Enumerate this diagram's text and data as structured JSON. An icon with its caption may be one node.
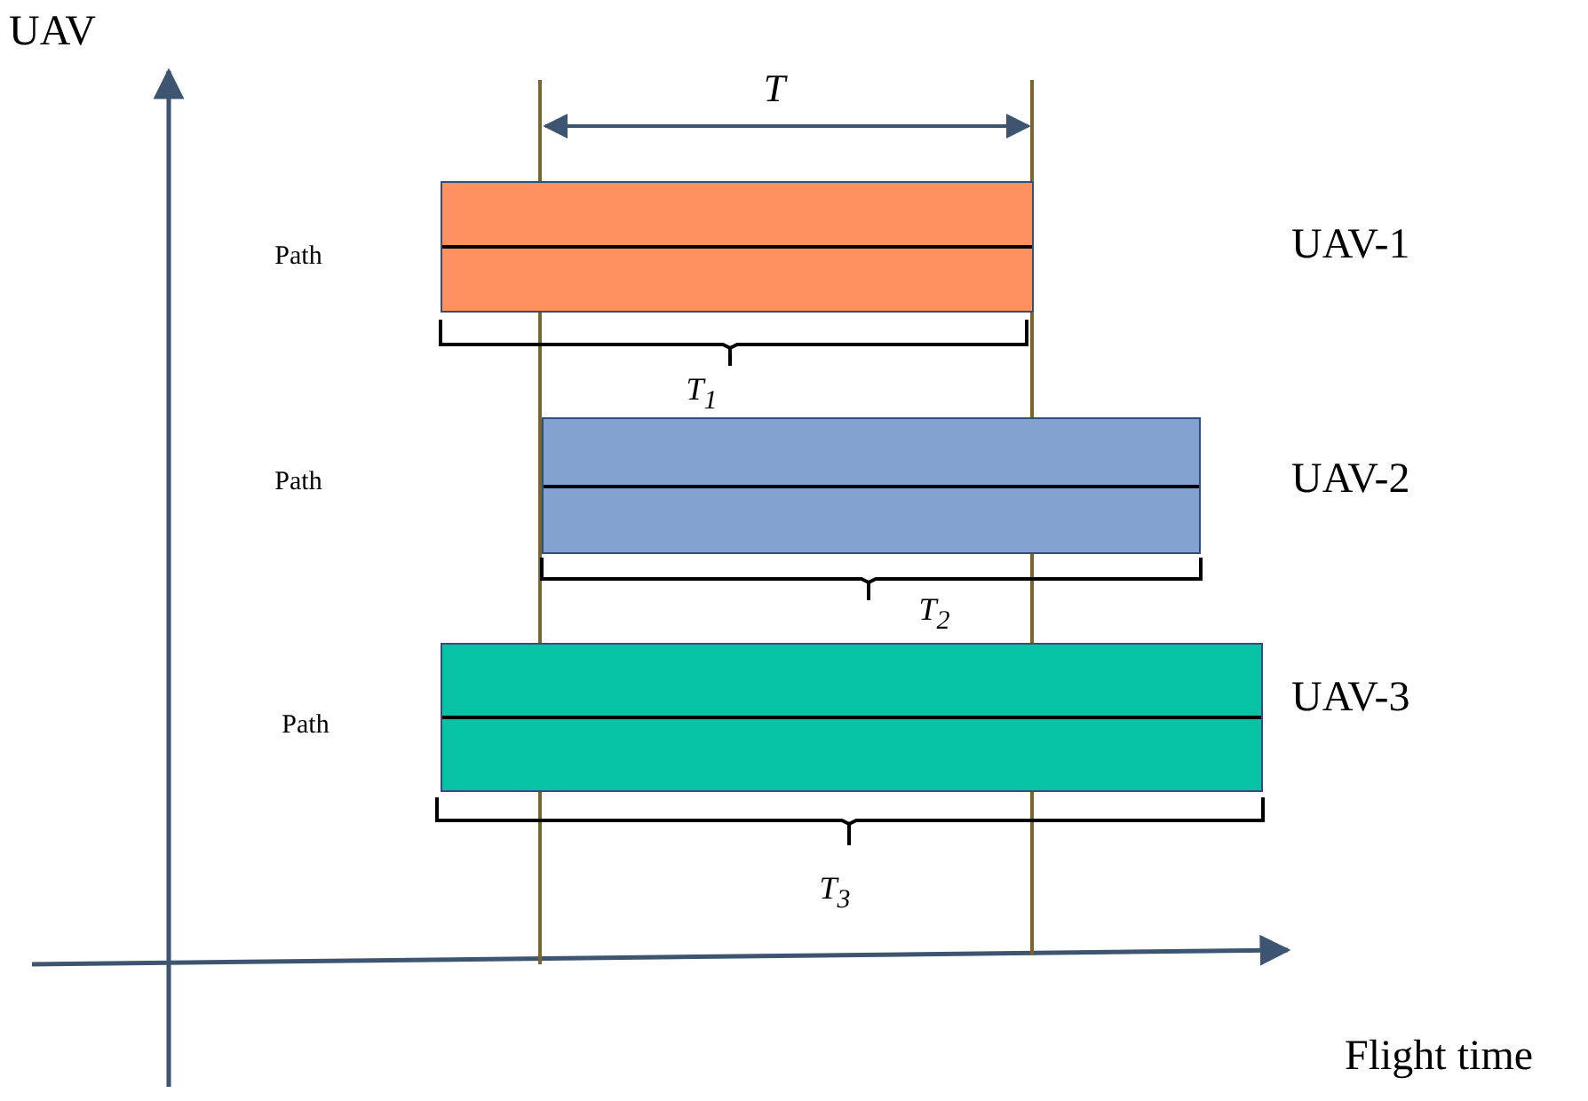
{
  "diagram": {
    "nodes": [
      {
        "text": [],
        "shape": "bar"
      },
      {
        "text": [],
        "shape": "bar"
      },
      {
        "text": [],
        "shape": "bar"
      }
    ],
    "labels": [
      "UAV",
      "T",
      "Path",
      "UAV-1",
      "T$_{1}$",
      "Path",
      "UAV-2",
      "T$_{2}$",
      "Path",
      "UAV-3",
      "T$_{3}$",
      "Flight time"
    ]
  }
}
